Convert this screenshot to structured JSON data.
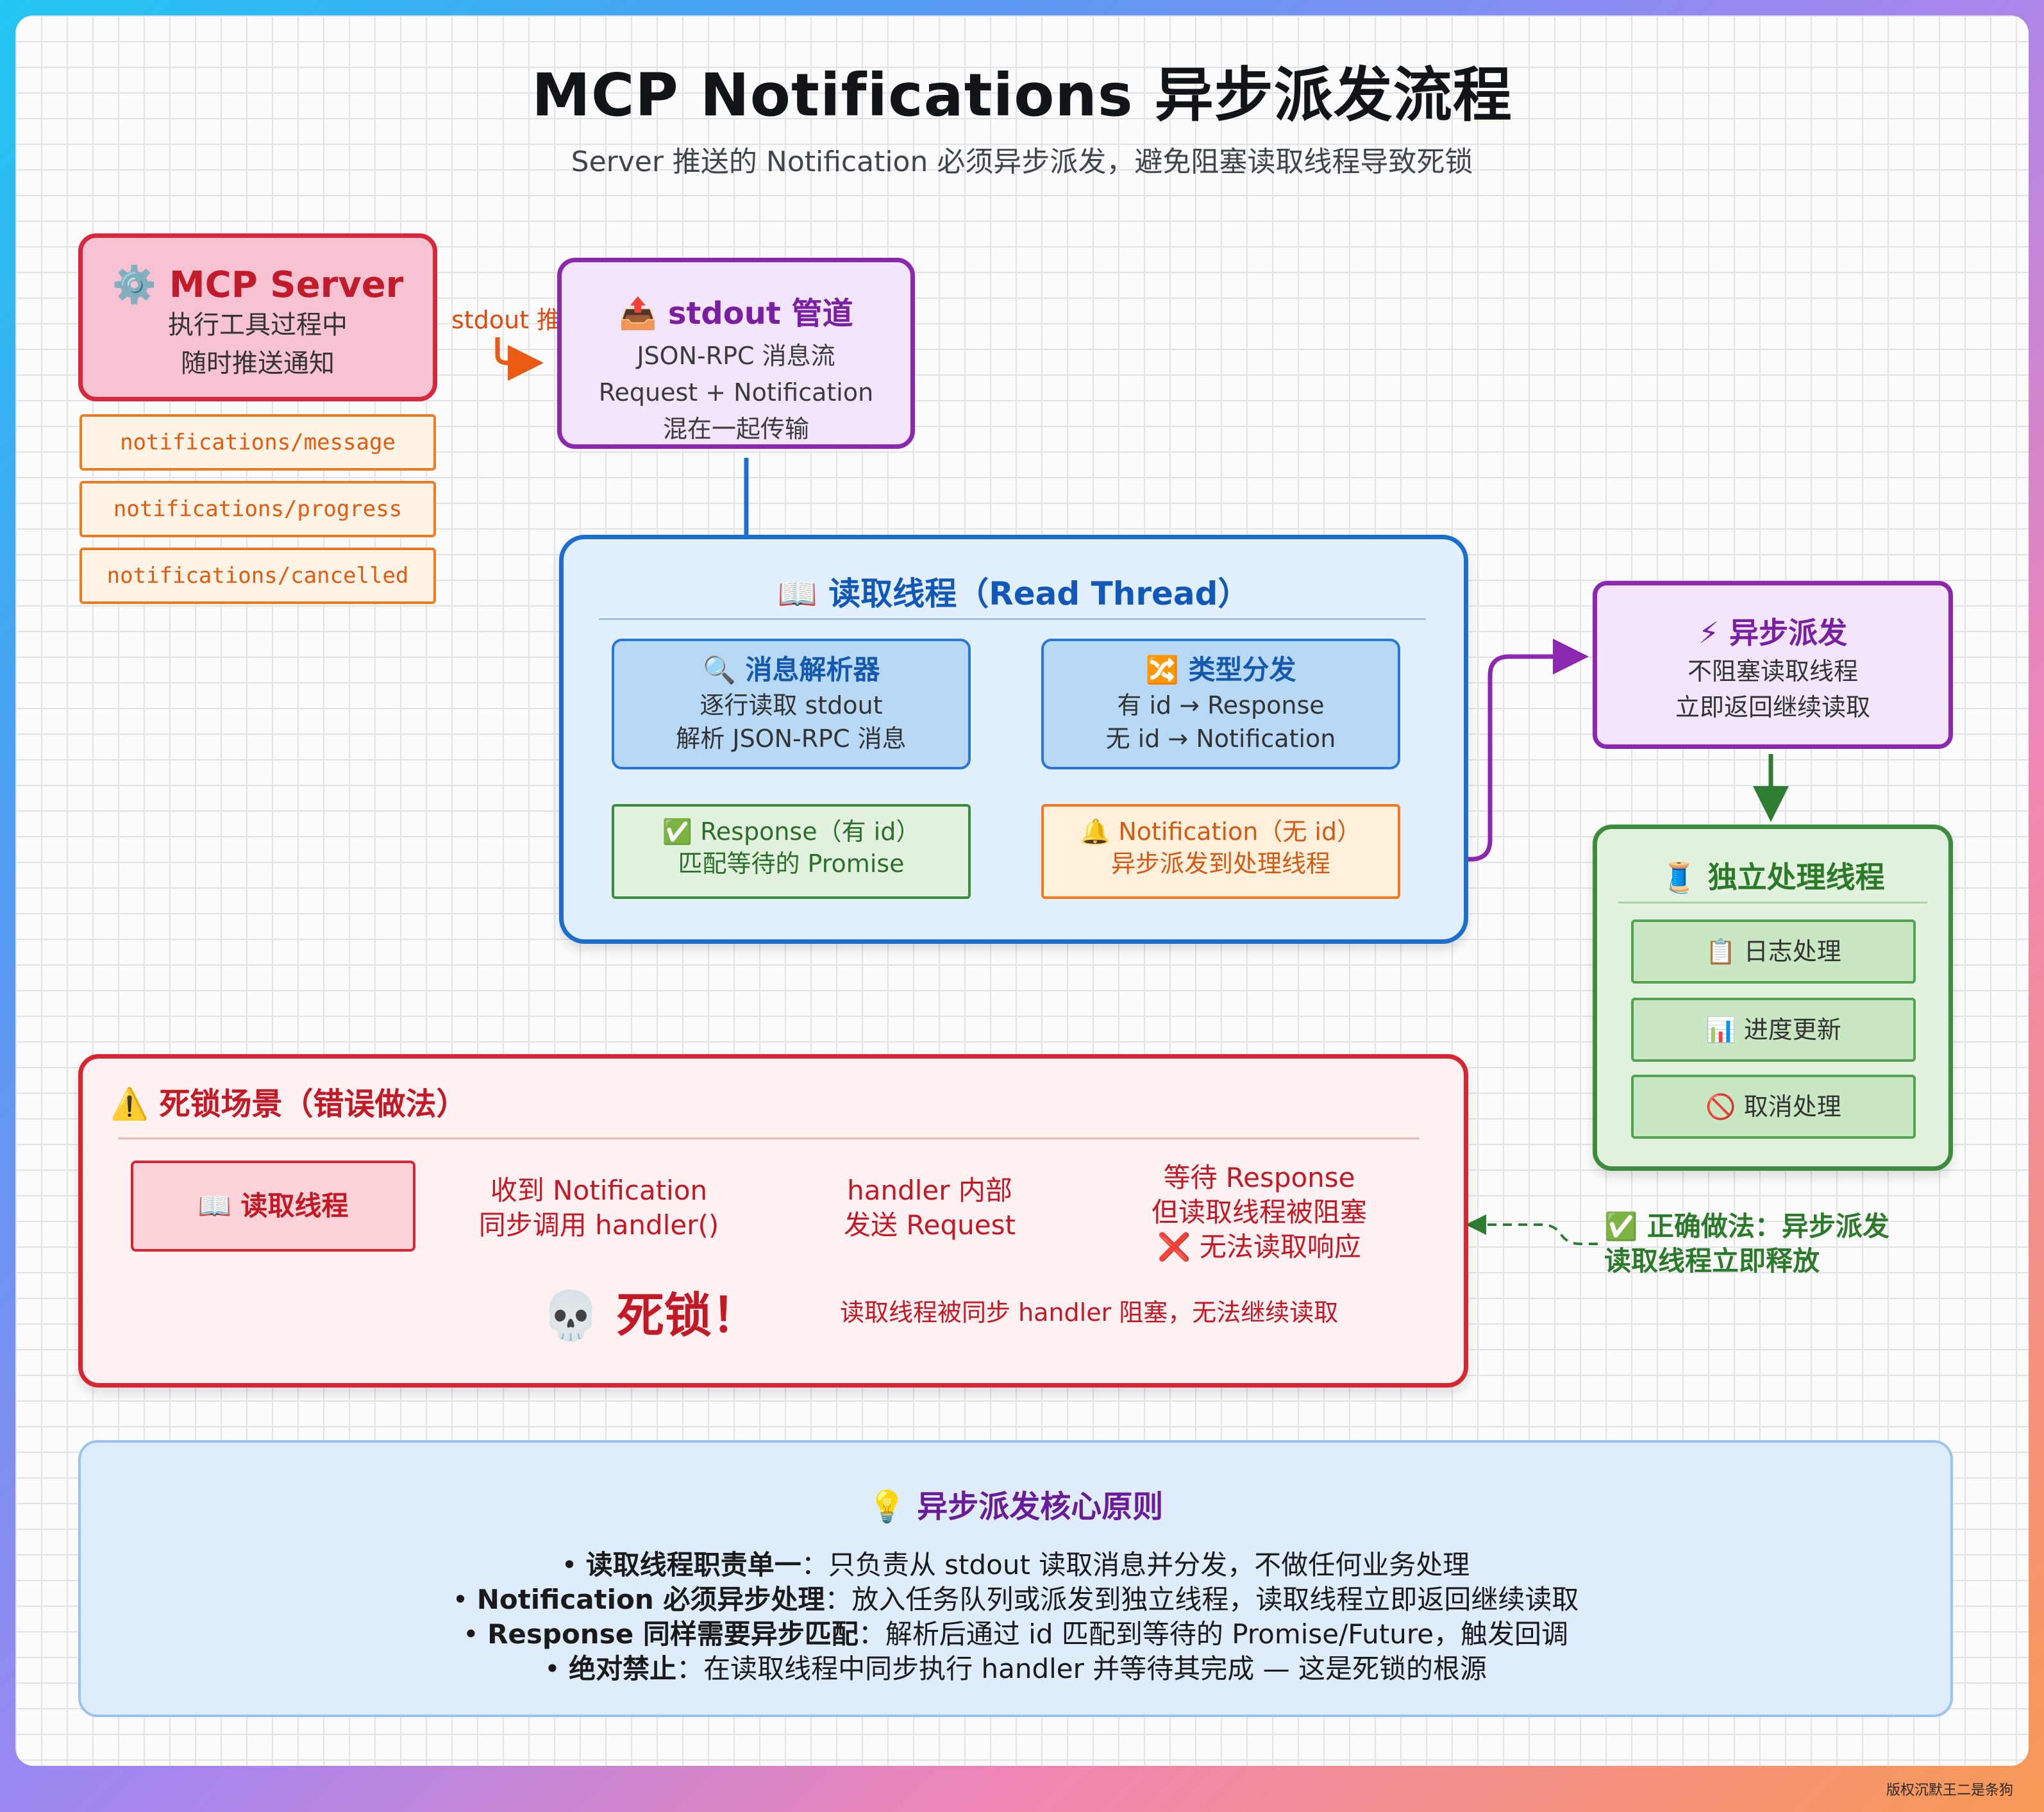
{
  "title": "MCP Notifications 异步派发流程",
  "subtitle": "Server 推送的 Notification 必须异步派发，避免阻塞读取线程导致死锁",
  "server": {
    "heading": "MCP Server",
    "icon": "⚙️",
    "lines": [
      "执行工具过程中",
      "随时推送通知"
    ],
    "notifications": [
      "notifications/message",
      "notifications/progress",
      "notifications/cancelled"
    ]
  },
  "edge_label": "stdout 推送",
  "pipe": {
    "heading": "stdout 管道",
    "icon": "📤",
    "lines": [
      "JSON-RPC 消息流",
      "Request + Notification",
      "混在一起传输"
    ]
  },
  "read_thread": {
    "title": "读取线程（Read Thread）",
    "icon": "📖",
    "parser": {
      "icon": "🔍",
      "heading": "消息解析器",
      "lines": [
        "逐行读取 stdout",
        "解析 JSON-RPC 消息"
      ]
    },
    "router": {
      "icon": "🔀",
      "heading": "类型分发",
      "lines": [
        "有 id → Response",
        "无 id → Notification"
      ]
    },
    "response": {
      "icon": "✅",
      "lines": [
        "Response（有 id）",
        "匹配等待的 Promise"
      ]
    },
    "notification": {
      "icon": "🔔",
      "lines": [
        "Notification（无 id）",
        "异步派发到处理线程"
      ]
    }
  },
  "async_dispatch": {
    "icon": "⚡",
    "heading": "异步派发",
    "lines": [
      "不阻塞读取线程",
      "立即返回继续读取"
    ]
  },
  "worker": {
    "icon": "🧵",
    "title": "独立处理线程",
    "items": [
      {
        "icon": "📋",
        "label": "日志处理"
      },
      {
        "icon": "📊",
        "label": "进度更新"
      },
      {
        "icon": "🚫",
        "label": "取消处理"
      }
    ]
  },
  "deadlock": {
    "icon": "⚠️",
    "title": "死锁场景（错误做法）",
    "read_label": "读取线程",
    "read_icon": "📖",
    "step1": [
      "收到 Notification",
      "同步调用 handler()"
    ],
    "step2": [
      "handler 内部",
      "发送 Request"
    ],
    "step3": [
      "等待 Response",
      "但读取线程被阻塞",
      "无法读取响应"
    ],
    "step3_icon": "❌",
    "skull_icon": "💀",
    "result": "死锁！",
    "note": "读取线程被同步 handler 阻塞，无法继续读取"
  },
  "correct": {
    "icon": "✅",
    "lines": [
      "正确做法：异步派发",
      "读取线程立即释放"
    ]
  },
  "principles": {
    "icon": "💡",
    "title": "异步派发核心原则",
    "items": [
      {
        "bold": "读取线程职责单一",
        "text": "：只负责从 stdout 读取消息并分发，不做任何业务处理"
      },
      {
        "bold": "Notification 必须异步处理",
        "text": "：放入任务队列或派发到独立线程，读取线程立即返回继续读取"
      },
      {
        "bold": "Response 同样需要异步匹配",
        "text": "：解析后通过 id 匹配到等待的 Promise/Future，触发回调"
      },
      {
        "bold": "绝对禁止",
        "text": "：在读取线程中同步执行 handler 并等待其完成 — 这是死锁的根源"
      }
    ]
  },
  "copyright": "版权沉默王二是条狗",
  "colors": {
    "server": "#d9273b",
    "pipe": "#8c27b0",
    "read_thread": "#1e6ed2",
    "response": "#3d8b3d",
    "notification": "#ee7a22",
    "deadlock": "#d92531",
    "principles_title": "#6a1b9a"
  }
}
